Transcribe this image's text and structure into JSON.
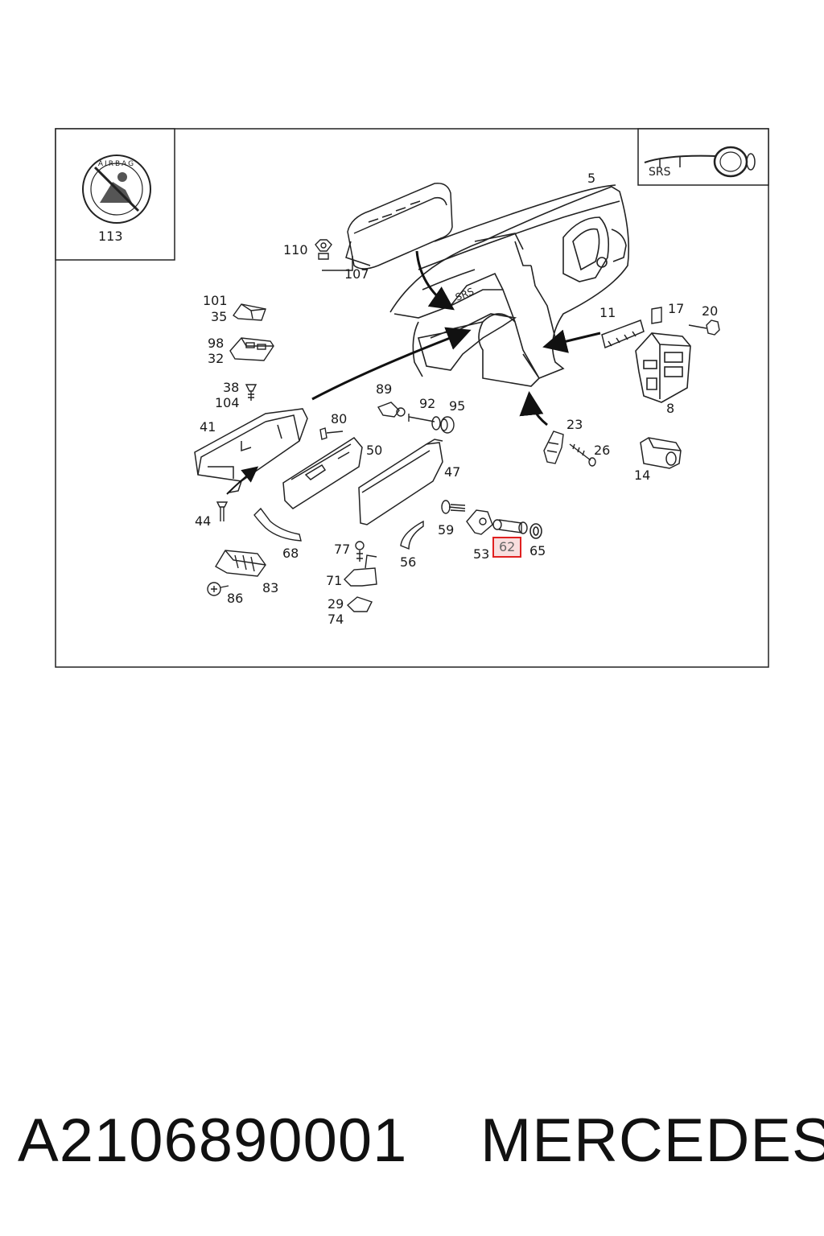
{
  "diagram": {
    "inset_airbag_ring_text": "AIRBAG",
    "inset_srs_text": "SRS",
    "dashboard_label": "SRS",
    "callouts": {
      "c113": "113",
      "c5": "5",
      "c110": "110",
      "c107": "107",
      "c101": "101",
      "c35": "35",
      "c98": "98",
      "c32": "32",
      "c38": "38",
      "c104": "104",
      "c41": "41",
      "c44": "44",
      "c68": "68",
      "c83": "83",
      "c86": "86",
      "c80": "80",
      "c50": "50",
      "c89": "89",
      "c92": "92",
      "c95": "95",
      "c47": "47",
      "c77": "77",
      "c71": "71",
      "c29": "29",
      "c74": "74",
      "c56": "56",
      "c59": "59",
      "c53": "53",
      "c62": "62",
      "c65": "65",
      "c23": "23",
      "c26": "26",
      "c11": "11",
      "c17": "17",
      "c20": "20",
      "c8": "8",
      "c14": "14"
    }
  },
  "footer": {
    "part_number": "A2106890001",
    "brand": "MERCEDES"
  },
  "colors": {
    "highlight_border": "#e02020",
    "highlight_fill": "#f8dede"
  }
}
